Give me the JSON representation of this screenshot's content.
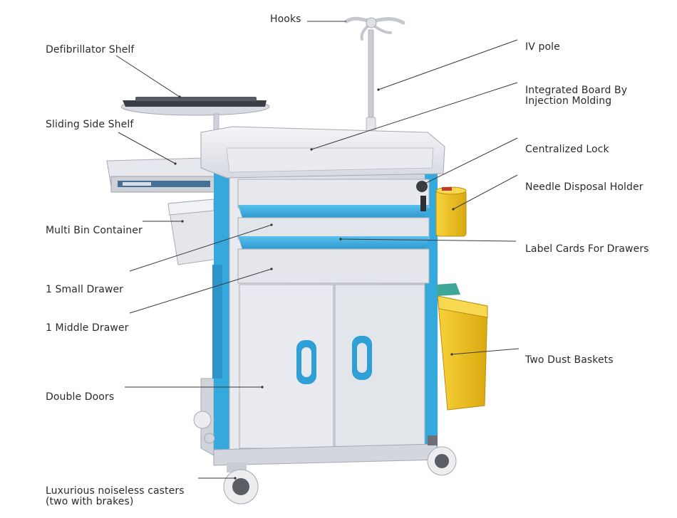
{
  "labels": {
    "hooks": "Hooks",
    "defibrillator_shelf": "Defibrillator Shelf",
    "iv_pole": "IV pole",
    "integrated_board": [
      "Integrated Board By",
      "Injection Molding"
    ],
    "sliding_side_shelf": "Sliding Side Shelf",
    "centralized_lock": "Centralized Lock",
    "needle_disposal_holder": "Needle Disposal Holder",
    "multi_bin_container": "Multi Bin Container",
    "label_cards": "Label Cards For Drawers",
    "small_drawer": "1 Small Drawer",
    "middle_drawer": "1 Middle Drawer",
    "two_dust_baskets": "Two Dust Baskets",
    "double_doors": "Double Doors",
    "casters": [
      "Luxurious noiseless casters",
      "(two with brakes)"
    ]
  },
  "colors": {
    "body": "#dcdfe6",
    "accent_blue": "#35a9de",
    "yellow": "#f2c21b",
    "caster": "#5a5d63",
    "tray": "#3b3e44"
  }
}
